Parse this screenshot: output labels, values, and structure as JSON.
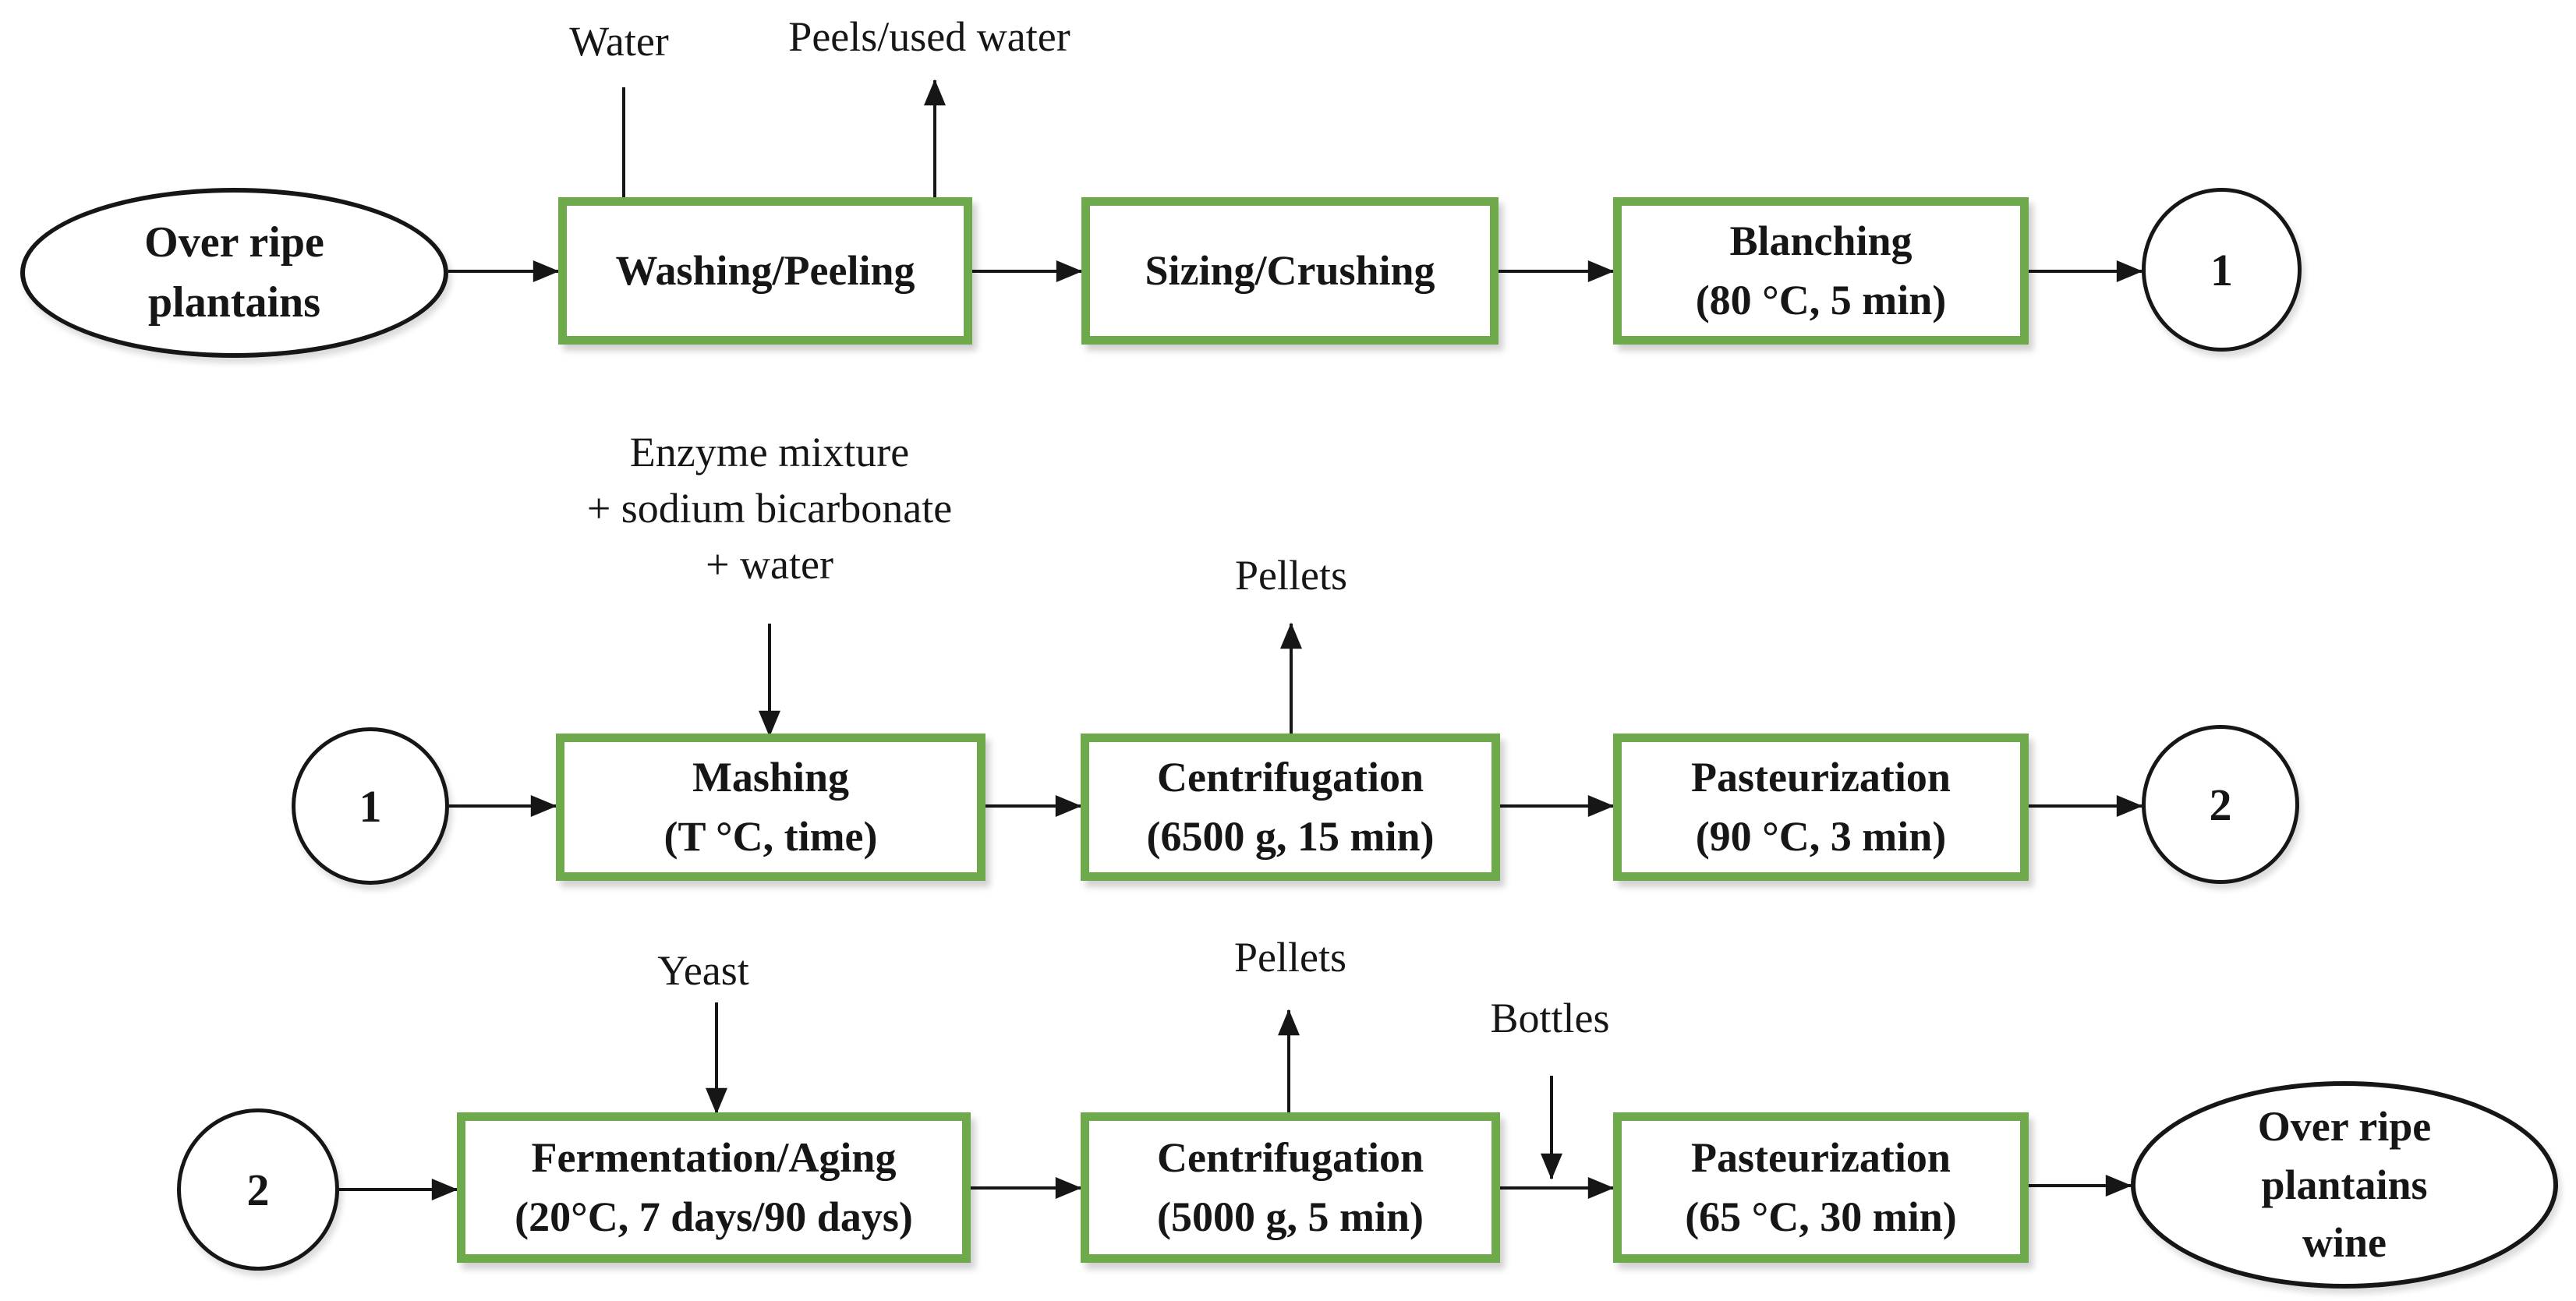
{
  "colors": {
    "process_border": "#6EA94B",
    "shape_border": "#161616",
    "text": "#161616",
    "background": "#FFFFFF"
  },
  "row1": {
    "source_line1": "Over ripe",
    "source_line2": "plantains",
    "water_label": "Water",
    "peels_label": "Peels/used water",
    "washing_label": "Washing/Peeling",
    "sizing_label": "Sizing/Crushing",
    "blanching_label": "Blanching",
    "blanching_params": "(80 °C, 5 min)",
    "connector_out": "1"
  },
  "row2": {
    "connector_in": "1",
    "enzyme_line1": "Enzyme mixture",
    "enzyme_line2": "+ sodium bicarbonate",
    "enzyme_line3": "+ water",
    "mashing_label": "Mashing",
    "mashing_params": "(T °C, time)",
    "pellets_label": "Pellets",
    "centrifugation_label": "Centrifugation",
    "centrifugation_params": "(6500 g, 15 min)",
    "pasteurization_label": "Pasteurization",
    "pasteurization_params": "(90 °C, 3 min)",
    "connector_out": "2"
  },
  "row3": {
    "connector_in": "2",
    "yeast_label": "Yeast",
    "fermentation_label": "Fermentation/Aging",
    "fermentation_params": "(20°C, 7 days/90 days)",
    "pellets_label": "Pellets",
    "centrifugation_label": "Centrifugation",
    "centrifugation_params": "(5000 g, 5 min)",
    "bottles_label": "Bottles",
    "pasteurization_label": "Pasteurization",
    "pasteurization_params": "(65 °C, 30 min)",
    "product_line1": "Over ripe",
    "product_line2": "plantains",
    "product_line3": "wine"
  }
}
